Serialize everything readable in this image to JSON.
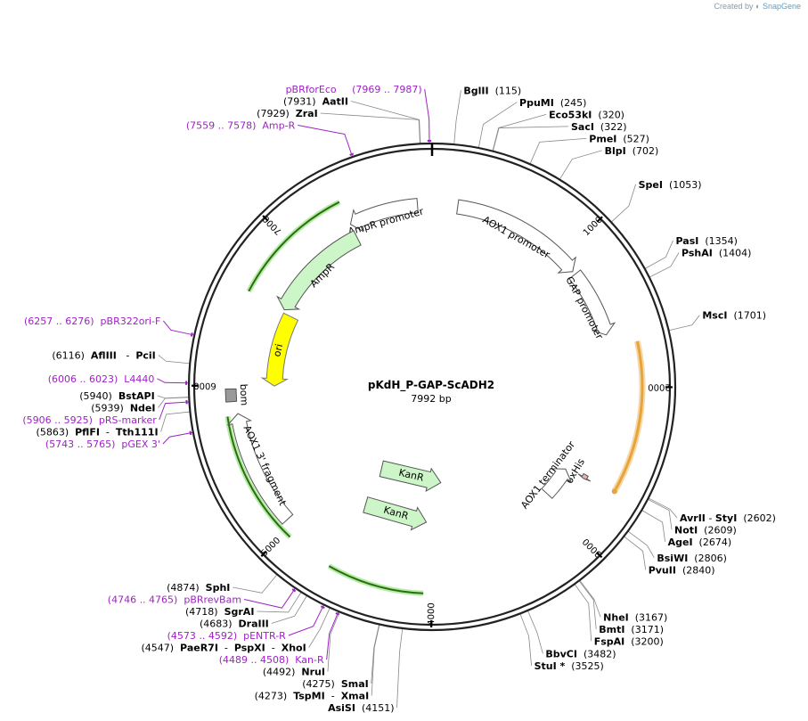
{
  "credit": {
    "prefix": "Created by",
    "brand": "SnapGene"
  },
  "plasmid": {
    "name": "pKdH_P-GAP-ScADH2",
    "length_label": "7992 bp",
    "length": 7992
  },
  "colors": {
    "primer": "#a020c8",
    "feature_outline": "#555555",
    "ori": "#ffff00",
    "green_fill": "#ccf5c8",
    "green_line": "#2d6e0c",
    "orange_fill": "#e8a33a",
    "bom": "#999999"
  },
  "ticks": [
    "1000",
    "2000",
    "3000",
    "4000",
    "5000",
    "6000",
    "7000"
  ],
  "features": [
    {
      "label": "AmpR promoter",
      "start": 7400,
      "end": 7890,
      "style": "white",
      "arrow": "ccw"
    },
    {
      "label": "AmpR",
      "start": 6605,
      "end": 7400,
      "style": "green",
      "arrow": "ccw"
    },
    {
      "label": "ori",
      "start": 6000,
      "end": 6580,
      "style": "yellow",
      "arrow": "ccw"
    },
    {
      "label": "bom",
      "start": 5900,
      "end": 5980,
      "style": "grey",
      "arrow": "none"
    },
    {
      "label": "AOX1 3' fragment",
      "start": 5050,
      "end": 5820,
      "style": "white",
      "arrow": "cw"
    },
    {
      "label": "AOX1 promoter",
      "start": 180,
      "end": 1125,
      "style": "white",
      "arrow": "cw"
    },
    {
      "label": "GAP promoter",
      "start": 1150,
      "end": 1630,
      "style": "white",
      "arrow": "cw"
    },
    {
      "label": "6xHis",
      "start": 2660,
      "end": 2690,
      "style": "small",
      "arrow": "cw"
    },
    {
      "label": "AOX1 terminator",
      "start": 2700,
      "end": 2950,
      "style": "white",
      "arrow": "ccw"
    }
  ],
  "kanr": [
    {
      "label": "KanR",
      "start": 4050,
      "end": 4650,
      "ring": 152
    },
    {
      "label": "KanR",
      "start": 3880,
      "end": 4700,
      "ring": 108
    }
  ],
  "orange_arc": {
    "start": 1720,
    "end": 2660
  },
  "green_arcs": [
    {
      "start": 6605,
      "end": 7400
    },
    {
      "start": 4960,
      "end": 5810
    },
    {
      "start": 4050,
      "end": 4660
    }
  ],
  "sites": [
    {
      "kind": "enzyme",
      "pos": 7931,
      "parts": [
        {
          "t": "(7931)  ",
          "b": false
        },
        {
          "t": "AatII",
          "b": true
        }
      ]
    },
    {
      "kind": "enzyme",
      "pos": 7929,
      "parts": [
        {
          "t": "(7929)  ",
          "b": false
        },
        {
          "t": "ZraI",
          "b": true
        }
      ]
    },
    {
      "kind": "primer",
      "pos": 7978,
      "parts": [
        {
          "t": "pBRforEco     (7969 .. 7987)",
          "b": false
        }
      ]
    },
    {
      "kind": "primer",
      "pos": 7568,
      "parts": [
        {
          "t": "(7559 .. 7578)  Amp-R",
          "b": false
        }
      ]
    },
    {
      "kind": "enzyme",
      "pos": 115,
      "parts": [
        {
          "t": "BglII",
          "b": true
        },
        {
          "t": "  (115)",
          "b": false
        }
      ]
    },
    {
      "kind": "enzyme",
      "pos": 245,
      "parts": [
        {
          "t": "PpuMI",
          "b": true
        },
        {
          "t": "  (245)",
          "b": false
        }
      ]
    },
    {
      "kind": "enzyme",
      "pos": 320,
      "parts": [
        {
          "t": "Eco53kI",
          "b": true
        },
        {
          "t": "  (320)",
          "b": false
        }
      ]
    },
    {
      "kind": "enzyme",
      "pos": 322,
      "parts": [
        {
          "t": "SacI",
          "b": true
        },
        {
          "t": "  (322)",
          "b": false
        }
      ]
    },
    {
      "kind": "enzyme",
      "pos": 527,
      "parts": [
        {
          "t": "PmeI",
          "b": true
        },
        {
          "t": "  (527)",
          "b": false
        }
      ]
    },
    {
      "kind": "enzyme",
      "pos": 702,
      "parts": [
        {
          "t": "BlpI",
          "b": true
        },
        {
          "t": "  (702)",
          "b": false
        }
      ]
    },
    {
      "kind": "enzyme",
      "pos": 1053,
      "parts": [
        {
          "t": "SpeI",
          "b": true
        },
        {
          "t": "  (1053)",
          "b": false
        }
      ]
    },
    {
      "kind": "enzyme",
      "pos": 1354,
      "parts": [
        {
          "t": "PasI",
          "b": true
        },
        {
          "t": "  (1354)",
          "b": false
        }
      ]
    },
    {
      "kind": "enzyme",
      "pos": 1404,
      "parts": [
        {
          "t": "PshAI",
          "b": true
        },
        {
          "t": "  (1404)",
          "b": false
        }
      ]
    },
    {
      "kind": "enzyme",
      "pos": 1701,
      "parts": [
        {
          "t": "MscI",
          "b": true
        },
        {
          "t": "  (1701)",
          "b": false
        }
      ]
    },
    {
      "kind": "enzyme",
      "pos": 2602,
      "parts": [
        {
          "t": "AvrII",
          "b": true
        },
        {
          "t": " - ",
          "b": false
        },
        {
          "t": "StyI",
          "b": true
        },
        {
          "t": "  (2602)",
          "b": false
        }
      ]
    },
    {
      "kind": "enzyme",
      "pos": 2609,
      "parts": [
        {
          "t": "NotI",
          "b": true
        },
        {
          "t": "  (2609)",
          "b": false
        }
      ]
    },
    {
      "kind": "enzyme",
      "pos": 2674,
      "parts": [
        {
          "t": "AgeI",
          "b": true
        },
        {
          "t": "  (2674)",
          "b": false
        }
      ]
    },
    {
      "kind": "enzyme",
      "pos": 2806,
      "parts": [
        {
          "t": "BsiWI",
          "b": true
        },
        {
          "t": "  (2806)",
          "b": false
        }
      ]
    },
    {
      "kind": "enzyme",
      "pos": 2840,
      "parts": [
        {
          "t": "PvuII",
          "b": true
        },
        {
          "t": "  (2840)",
          "b": false
        }
      ]
    },
    {
      "kind": "enzyme",
      "pos": 3167,
      "parts": [
        {
          "t": "NheI",
          "b": true
        },
        {
          "t": "  (3167)",
          "b": false
        }
      ]
    },
    {
      "kind": "enzyme",
      "pos": 3171,
      "parts": [
        {
          "t": "BmtI",
          "b": true
        },
        {
          "t": "  (3171)",
          "b": false
        }
      ]
    },
    {
      "kind": "enzyme",
      "pos": 3200,
      "parts": [
        {
          "t": "FspAI",
          "b": true
        },
        {
          "t": "  (3200)",
          "b": false
        }
      ]
    },
    {
      "kind": "enzyme",
      "pos": 3482,
      "parts": [
        {
          "t": "BbvCI",
          "b": true
        },
        {
          "t": "  (3482)",
          "b": false
        }
      ]
    },
    {
      "kind": "enzyme",
      "pos": 3525,
      "parts": [
        {
          "t": "StuI *",
          "b": true
        },
        {
          "t": "  (3525)",
          "b": false
        }
      ]
    },
    {
      "kind": "enzyme",
      "pos": 4151,
      "parts": [
        {
          "t": "AsiSI",
          "b": true
        },
        {
          "t": "  (4151)",
          "b": false
        }
      ]
    },
    {
      "kind": "enzyme",
      "pos": 4275,
      "parts": [
        {
          "t": "(4275)  ",
          "b": false
        },
        {
          "t": "SmaI",
          "b": true
        }
      ]
    },
    {
      "kind": "enzyme",
      "pos": 4273,
      "parts": [
        {
          "t": "(4273)  ",
          "b": false
        },
        {
          "t": "TspMI",
          "b": true
        },
        {
          "t": "  -  ",
          "b": false
        },
        {
          "t": "XmaI",
          "b": true
        }
      ]
    },
    {
      "kind": "primer",
      "pos": 4498,
      "parts": [
        {
          "t": "(4489 .. 4508)  Kan-R",
          "b": false
        }
      ]
    },
    {
      "kind": "enzyme",
      "pos": 4492,
      "parts": [
        {
          "t": "(4492)  ",
          "b": false
        },
        {
          "t": "NruI",
          "b": true
        }
      ]
    },
    {
      "kind": "enzyme",
      "pos": 4547,
      "parts": [
        {
          "t": "(4547)  ",
          "b": false
        },
        {
          "t": "PaeR7I",
          "b": true
        },
        {
          "t": "  -  ",
          "b": false
        },
        {
          "t": "PspXI",
          "b": true
        },
        {
          "t": "  -  ",
          "b": false
        },
        {
          "t": "XhoI",
          "b": true
        }
      ]
    },
    {
      "kind": "primer",
      "pos": 4582,
      "parts": [
        {
          "t": "(4573 .. 4592)  pENTR-R",
          "b": false
        }
      ]
    },
    {
      "kind": "enzyme",
      "pos": 4683,
      "parts": [
        {
          "t": "(4683)  ",
          "b": false
        },
        {
          "t": "DraIII",
          "b": true
        }
      ]
    },
    {
      "kind": "enzyme",
      "pos": 4718,
      "parts": [
        {
          "t": "(4718)  ",
          "b": false
        },
        {
          "t": "SgrAI",
          "b": true
        }
      ]
    },
    {
      "kind": "primer",
      "pos": 4755,
      "parts": [
        {
          "t": "(4746 .. 4765)  pBRrevBam",
          "b": false
        }
      ]
    },
    {
      "kind": "enzyme",
      "pos": 4874,
      "parts": [
        {
          "t": "(4874)  ",
          "b": false
        },
        {
          "t": "SphI",
          "b": true
        }
      ]
    },
    {
      "kind": "primer",
      "pos": 5754,
      "parts": [
        {
          "t": "(5743 .. 5765)  pGEX 3'",
          "b": false
        }
      ]
    },
    {
      "kind": "enzyme",
      "pos": 5863,
      "parts": [
        {
          "t": "(5863)  ",
          "b": false
        },
        {
          "t": "PflFI",
          "b": true
        },
        {
          "t": "  -  ",
          "b": false
        },
        {
          "t": "Tth111I",
          "b": true
        }
      ]
    },
    {
      "kind": "primer",
      "pos": 5915,
      "parts": [
        {
          "t": "(5906 .. 5925)  pRS-marker",
          "b": false
        }
      ]
    },
    {
      "kind": "enzyme",
      "pos": 5939,
      "parts": [
        {
          "t": "(5939)  ",
          "b": false
        },
        {
          "t": "NdeI",
          "b": true
        }
      ]
    },
    {
      "kind": "enzyme",
      "pos": 5940,
      "parts": [
        {
          "t": "(5940)  ",
          "b": false
        },
        {
          "t": "BstAPI",
          "b": true
        }
      ]
    },
    {
      "kind": "primer",
      "pos": 6014,
      "parts": [
        {
          "t": "(6006 .. 6023)  L4440",
          "b": false
        }
      ]
    },
    {
      "kind": "enzyme",
      "pos": 6116,
      "parts": [
        {
          "t": "(6116)  ",
          "b": false
        },
        {
          "t": "AflIII",
          "b": true
        },
        {
          "t": "   -  ",
          "b": false
        },
        {
          "t": "PciI",
          "b": true
        }
      ]
    },
    {
      "kind": "primer",
      "pos": 6266,
      "parts": [
        {
          "t": "(6257 .. 6276)  pBR322ori-F",
          "b": false
        }
      ]
    }
  ]
}
